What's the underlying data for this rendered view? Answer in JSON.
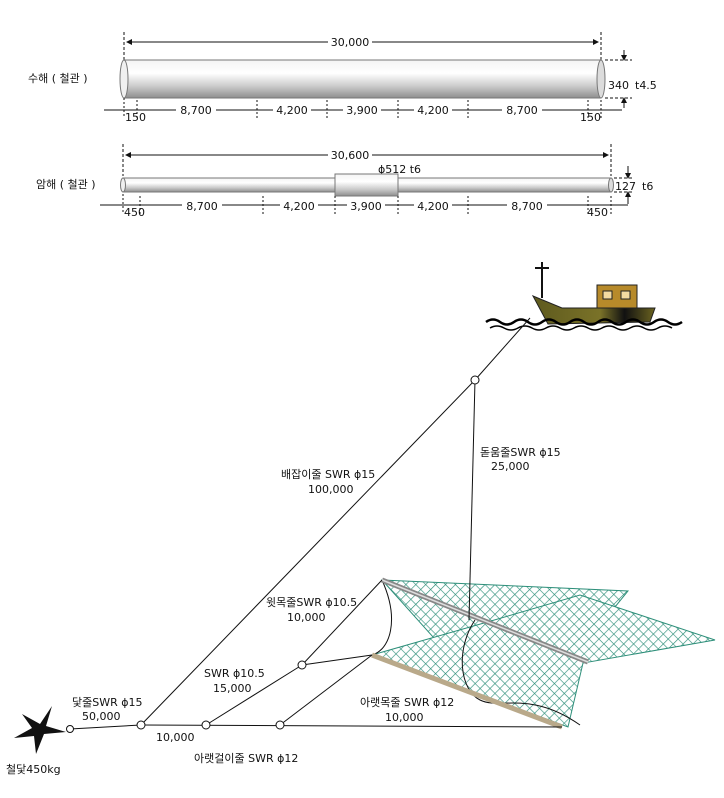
{
  "pipes": {
    "upper": {
      "label": "수해 ( 철관 )",
      "total_length": "30,000",
      "diameter": "340",
      "thickness": "t4.5",
      "end_left": "150",
      "end_right": "150",
      "segments": [
        "8,700",
        "4,200",
        "3,900",
        "4,200",
        "8,700"
      ]
    },
    "lower": {
      "label": "암해 ( 철관 )",
      "total_length": "30,600",
      "center_spec": "ϕ512 t6",
      "diameter": "127",
      "thickness": "t6",
      "end_left": "450",
      "end_right": "450",
      "segments": [
        "8,700",
        "4,200",
        "3,900",
        "4,200",
        "8,700"
      ]
    }
  },
  "rigging": {
    "anchor": "철닻450kg",
    "anchor_line_name": "닻줄SWR ϕ15",
    "anchor_line_len": "50,000",
    "bottom_gap_len": "10,000",
    "lower_hang_line": "아랫걸이줄 SWR ϕ12",
    "swr_105_name": "SWR ϕ10.5",
    "swr_105_len": "15,000",
    "upper_neck_name": "윗목줄SWR ϕ10.5",
    "upper_neck_len": "10,000",
    "lower_neck_name": "아랫목줄 SWR ϕ12",
    "lower_neck_len": "10,000",
    "boat_line_name": "배잡이줄 SWR ϕ15",
    "boat_line_len": "100,000",
    "return_line_name": "돋움줄SWR ϕ15",
    "return_line_len": "25,000"
  },
  "colors": {
    "net_fill": "#2e8f7a",
    "boat_hull": "#6b6320",
    "cabin": "#b78a2a",
    "water": "#000000"
  }
}
